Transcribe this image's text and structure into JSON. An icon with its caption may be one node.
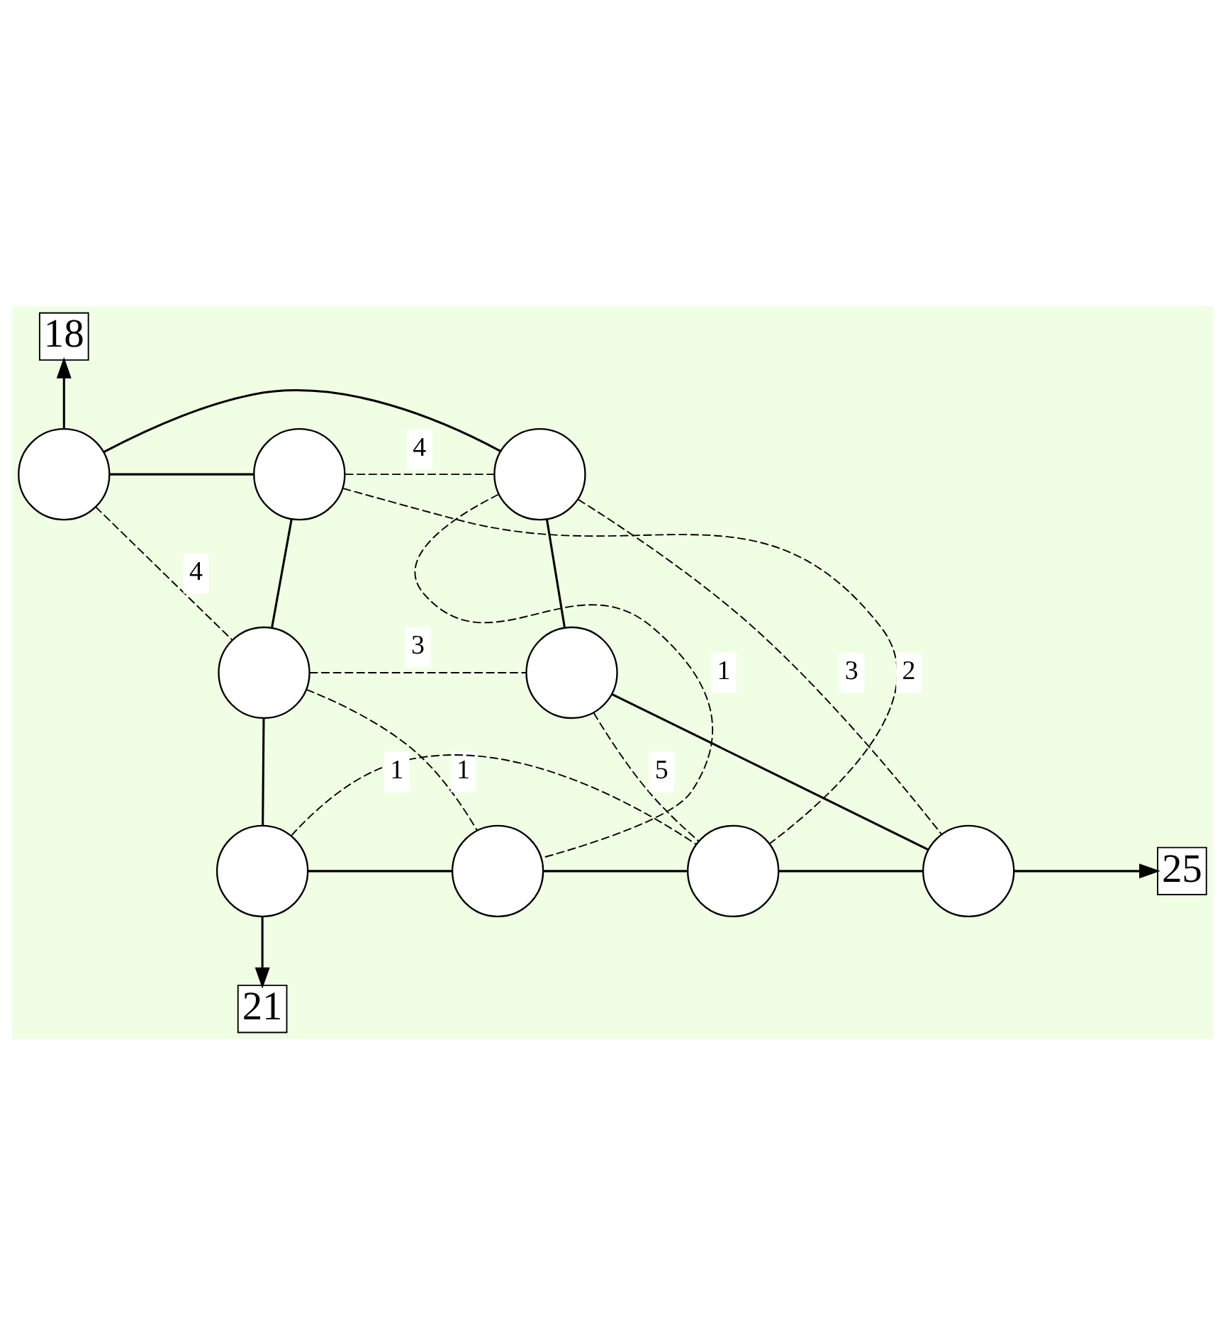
{
  "diagram": {
    "nodes": [
      {
        "text": [
          "18"
        ]
      },
      {
        "text": [],
        "shape": "circle"
      },
      {
        "text": [],
        "shape": "circle"
      },
      {
        "text": [],
        "shape": "circle"
      },
      {
        "text": [],
        "shape": "circle"
      },
      {
        "text": [],
        "shape": "circle"
      },
      {
        "text": [],
        "shape": "circle"
      },
      {
        "text": [],
        "shape": "circle"
      },
      {
        "text": [],
        "shape": "circle"
      },
      {
        "text": [],
        "shape": "circle"
      },
      {
        "text": [
          "25"
        ]
      },
      {
        "text": [
          "21"
        ]
      }
    ],
    "edges": [
      {
        "from": 1,
        "to": 0,
        "arrow": "to"
      },
      {
        "from": 1,
        "to": 2,
        "arrow": "none"
      },
      {
        "from": 1,
        "to": 3,
        "arrow": "none"
      },
      {
        "from": 2,
        "to": 4,
        "arrow": "none"
      },
      {
        "from": 3,
        "to": 5,
        "arrow": "none"
      },
      {
        "from": 4,
        "to": 6,
        "arrow": "none"
      },
      {
        "from": 5,
        "to": 9,
        "arrow": "none"
      },
      {
        "from": 6,
        "to": 7,
        "arrow": "none"
      },
      {
        "from": 7,
        "to": 8,
        "arrow": "none"
      },
      {
        "from": 8,
        "to": 9,
        "arrow": "none"
      },
      {
        "from": 9,
        "to": 10,
        "arrow": "to"
      },
      {
        "from": 6,
        "to": 11,
        "arrow": "to"
      },
      {
        "from": 2,
        "to": 3,
        "arrow": "none",
        "style": "dashed",
        "label": "4"
      },
      {
        "from": 4,
        "to": 5,
        "arrow": "none",
        "style": "dashed",
        "label": "3"
      },
      {
        "from": 2,
        "to": 8,
        "arrow": "none",
        "style": "dashed",
        "label": "2"
      },
      {
        "from": 3,
        "to": 7,
        "arrow": "none",
        "style": "dashed",
        "label": "1"
      },
      {
        "from": 4,
        "to": 7,
        "arrow": "none",
        "style": "dashed",
        "label": "1"
      },
      {
        "from": 5,
        "to": 8,
        "arrow": "none",
        "style": "dashed",
        "label": "5"
      },
      {
        "from": 1,
        "to": 4,
        "arrow": "none",
        "style": "dashed",
        "label": "4"
      },
      {
        "from": 3,
        "to": 9,
        "arrow": "none",
        "style": "dashed",
        "label": "3"
      },
      {
        "from": 6,
        "to": 8,
        "arrow": "none",
        "style": "dashed",
        "label": "1"
      }
    ]
  }
}
